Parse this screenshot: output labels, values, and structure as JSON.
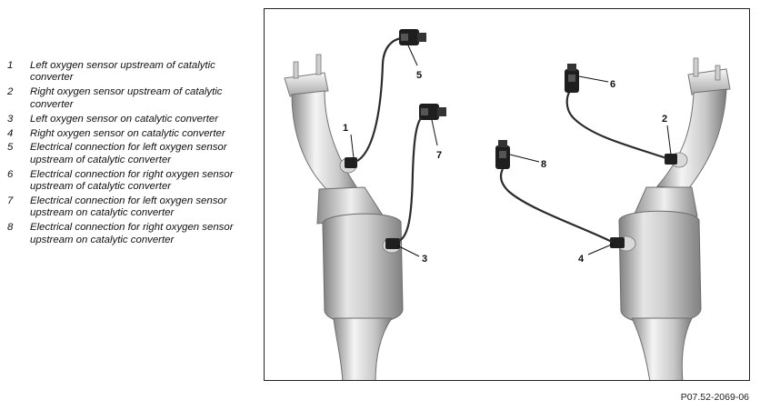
{
  "legend": {
    "items": [
      {
        "number": "1",
        "text": "Left oxygen sensor upstream of catalytic converter"
      },
      {
        "number": "2",
        "text": "Right oxygen sensor upstream of catalytic converter"
      },
      {
        "number": "3",
        "text": "Left oxygen sensor on catalytic converter"
      },
      {
        "number": "4",
        "text": "Right oxygen sensor on catalytic converter"
      },
      {
        "number": "5",
        "text": "Electrical connection for left oxygen sensor upstream of catalytic converter"
      },
      {
        "number": "6",
        "text": "Electrical connection for right oxygen sensor upstream of catalytic converter"
      },
      {
        "number": "7",
        "text": "Electrical connection for left oxygen sensor upstream on catalytic converter"
      },
      {
        "number": "8",
        "text": "Electrical connection for right oxygen sensor upstream on catalytic converter"
      }
    ]
  },
  "callouts": {
    "c1": "1",
    "c2": "2",
    "c3": "3",
    "c4": "4",
    "c5": "5",
    "c6": "6",
    "c7": "7",
    "c8": "8"
  },
  "figure": {
    "reference": "P07.52-2069-06"
  },
  "colors": {
    "metal_light": "#f2f2f2",
    "metal_mid": "#bdbdbd",
    "metal_dark": "#7a7a7a",
    "cable": "#2b2b2b",
    "connector": "#1e1e1e"
  }
}
